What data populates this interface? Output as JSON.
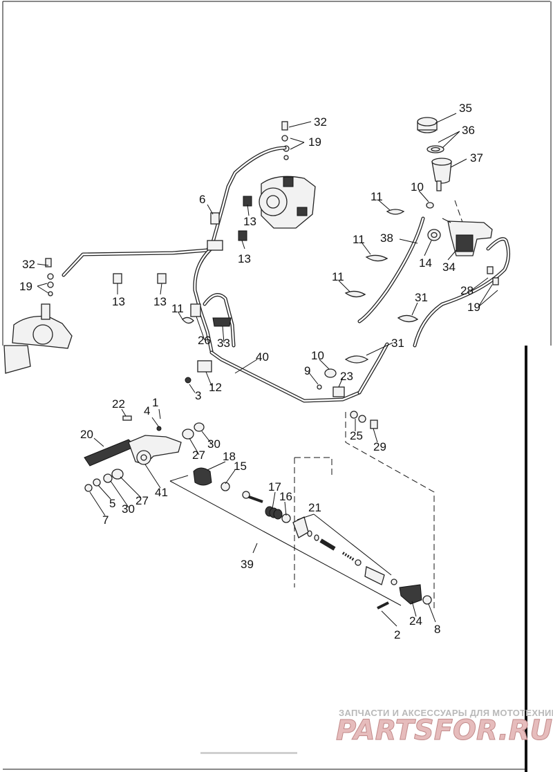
{
  "diagram": {
    "callouts": [
      {
        "id": "c35",
        "text": "35"
      },
      {
        "id": "c36",
        "text": "36"
      },
      {
        "id": "c37",
        "text": "37"
      },
      {
        "id": "c32a",
        "text": "32"
      },
      {
        "id": "c19a",
        "text": "19"
      },
      {
        "id": "c6",
        "text": "6"
      },
      {
        "id": "c13a",
        "text": "13"
      },
      {
        "id": "c13b",
        "text": "13"
      },
      {
        "id": "c32b",
        "text": "32"
      },
      {
        "id": "c19b",
        "text": "19"
      },
      {
        "id": "c13c",
        "text": "13"
      },
      {
        "id": "c13d",
        "text": "13"
      },
      {
        "id": "c11a",
        "text": "11"
      },
      {
        "id": "c10a",
        "text": "10"
      },
      {
        "id": "c11b",
        "text": "11"
      },
      {
        "id": "c38",
        "text": "38"
      },
      {
        "id": "c14",
        "text": "14"
      },
      {
        "id": "c34",
        "text": "34"
      },
      {
        "id": "c11c",
        "text": "11"
      },
      {
        "id": "c28",
        "text": "28"
      },
      {
        "id": "c19c",
        "text": "19"
      },
      {
        "id": "c31a",
        "text": "31"
      },
      {
        "id": "c11d",
        "text": "11"
      },
      {
        "id": "c26",
        "text": "26"
      },
      {
        "id": "c33",
        "text": "33"
      },
      {
        "id": "c31b",
        "text": "31"
      },
      {
        "id": "c40",
        "text": "40"
      },
      {
        "id": "c10b",
        "text": "10"
      },
      {
        "id": "c9",
        "text": "9"
      },
      {
        "id": "c23",
        "text": "23"
      },
      {
        "id": "c3",
        "text": "3"
      },
      {
        "id": "c12",
        "text": "12"
      },
      {
        "id": "c22",
        "text": "22"
      },
      {
        "id": "c1",
        "text": "1"
      },
      {
        "id": "c4",
        "text": "4"
      },
      {
        "id": "c20",
        "text": "20"
      },
      {
        "id": "c30a",
        "text": "30"
      },
      {
        "id": "c27a",
        "text": "27"
      },
      {
        "id": "c25",
        "text": "25"
      },
      {
        "id": "c29",
        "text": "29"
      },
      {
        "id": "c18",
        "text": "18"
      },
      {
        "id": "c15",
        "text": "15"
      },
      {
        "id": "c17",
        "text": "17"
      },
      {
        "id": "c16",
        "text": "16"
      },
      {
        "id": "c21",
        "text": "21"
      },
      {
        "id": "c7",
        "text": "7"
      },
      {
        "id": "c5",
        "text": "5"
      },
      {
        "id": "c30b",
        "text": "30"
      },
      {
        "id": "c27b",
        "text": "27"
      },
      {
        "id": "c41",
        "text": "41"
      },
      {
        "id": "c39",
        "text": "39"
      },
      {
        "id": "c2",
        "text": "2"
      },
      {
        "id": "c24",
        "text": "24"
      },
      {
        "id": "c8",
        "text": "8"
      }
    ]
  },
  "watermark": {
    "subtitle": "ЗАПЧАСТИ И АКСЕССУАРЫ ДЛЯ МОТОТЕХНИКИ",
    "brand": "PARTSFOR.RU"
  },
  "colors": {
    "watermark_fill": "#e6bcbc",
    "watermark_sub": "#b9b9b9"
  }
}
